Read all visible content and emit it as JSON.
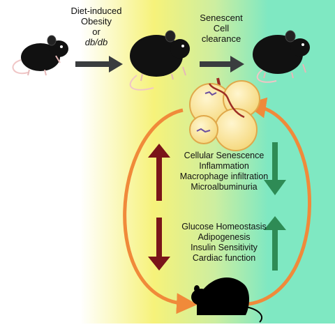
{
  "top": {
    "left_label": {
      "line1": "Diet-induced",
      "line2": "Obesity",
      "line3": "or",
      "line4": "db/db"
    },
    "right_label": {
      "line1": "Senescent",
      "line2": "Cell",
      "line3": "clearance"
    }
  },
  "upper_block": {
    "lines": [
      "Cellular Senescence",
      "Inflammation",
      "Macrophage infiltration",
      "Microalbuminuria"
    ]
  },
  "lower_block": {
    "lines": [
      "Glucose Homeostasis",
      "Adipogenesis",
      "Insulin Sensitivity",
      "Cardiac function"
    ]
  },
  "colors": {
    "bg_left": "#ffffff",
    "bg_mid": "#f6f27a",
    "bg_right": "#7fe8c2",
    "red_arrow": "#7a1519",
    "green_arrow": "#2e8b55",
    "orange_arc": "#f08a3a",
    "dark_arrow": "#3a3d3f",
    "fat_fill": "#fbe9a4",
    "fat_stroke": "#e0a84a"
  }
}
